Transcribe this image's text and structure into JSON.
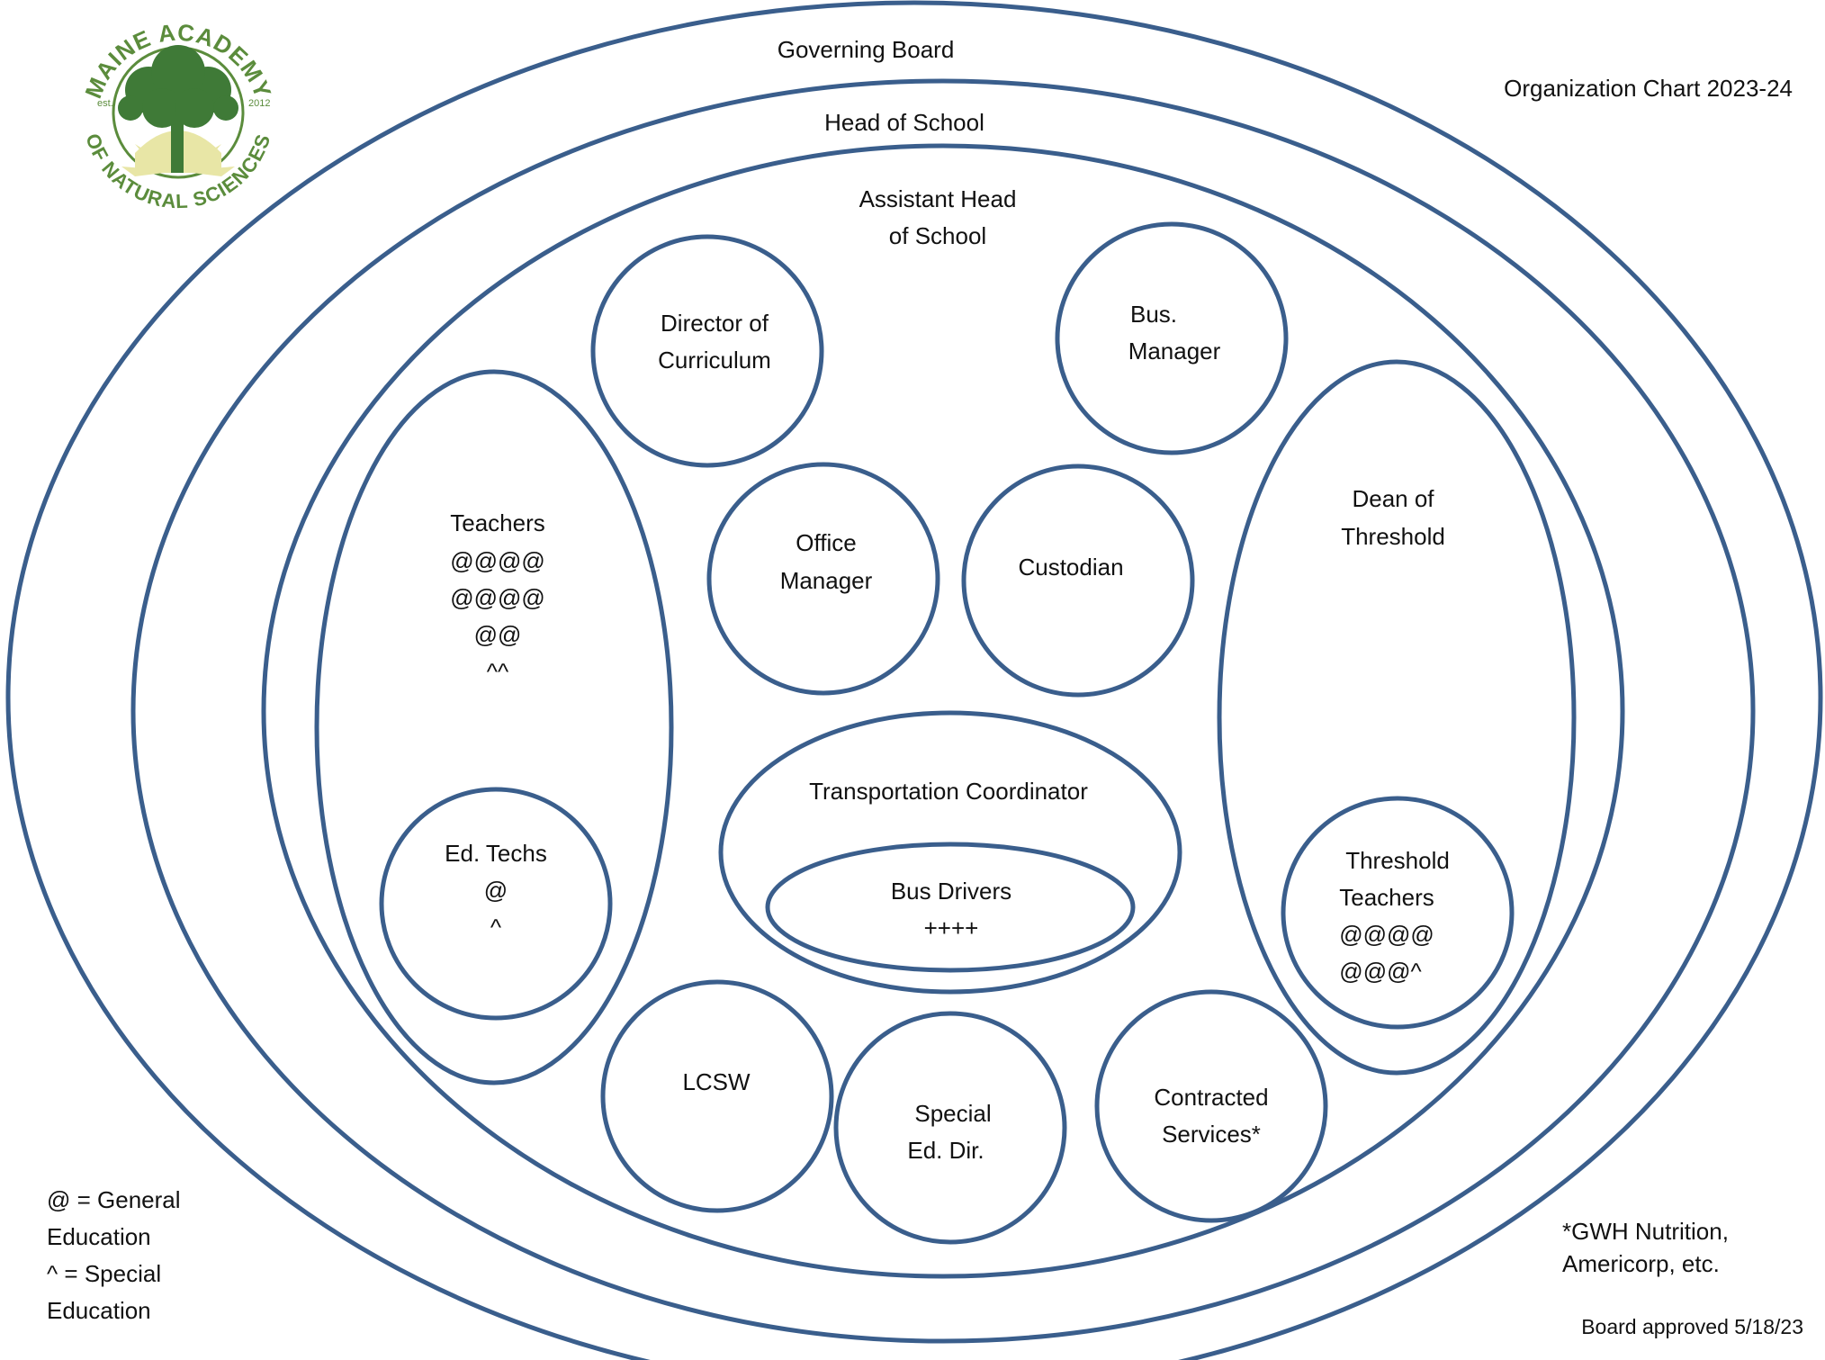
{
  "page_title": "Organization Chart 2023-24",
  "logo": {
    "name_top": "MAINE ACADEMY",
    "name_bottom": "OF NATURAL SCIENCES",
    "est_label": "est.",
    "est_year": "2012"
  },
  "rings": {
    "governing_board": "Governing Board",
    "head_of_school": "Head of School",
    "assistant_head_line1": "Assistant Head",
    "assistant_head_line2": "of School"
  },
  "roles": {
    "director_line1": "Director of",
    "director_line2": "Curriculum",
    "bus_manager_line1": "Bus.",
    "bus_manager_line2": "Manager",
    "office_manager_line1": "Office",
    "office_manager_line2": "Manager",
    "custodian": "Custodian",
    "transportation": "Transportation Coordinator",
    "bus_drivers_line1": "Bus Drivers",
    "bus_drivers_line2": "++++",
    "lcsw": "LCSW",
    "special_ed_line1": "Special",
    "special_ed_line2": "Ed. Dir.",
    "contracted_line1": "Contracted",
    "contracted_line2": "Services*"
  },
  "teachers": {
    "label": "Teachers",
    "line2": "@@@@",
    "line3": "@@@@",
    "line4": "@@",
    "line5": "^^",
    "ed_techs_line1": "Ed. Techs",
    "ed_techs_line2": "@",
    "ed_techs_line3": "^"
  },
  "threshold": {
    "dean_line1": "Dean of",
    "dean_line2": "Threshold",
    "teachers_line1": "Threshold",
    "teachers_line2": "Teachers",
    "teachers_line3": "@@@@",
    "teachers_line4": "@@@^"
  },
  "legend": {
    "line1": "@ = General",
    "line2": "Education",
    "line3": "^ = Special",
    "line4": "Education"
  },
  "footnote": {
    "line1": "*GWH Nutrition,",
    "line2": "Americorp, etc."
  },
  "approval": "Board approved 5/18/23",
  "colors": {
    "ring_stroke": "#3a5e8c",
    "logo_green": "#5b8c3c",
    "logo_yellow": "#e8e6a6"
  }
}
